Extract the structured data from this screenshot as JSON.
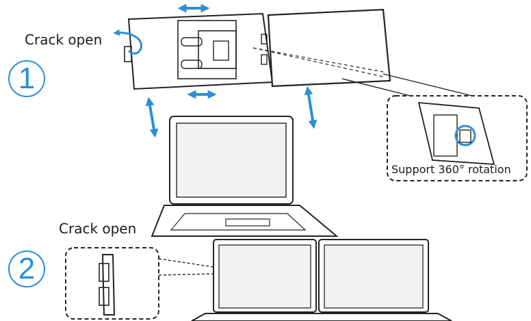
{
  "step1": {
    "number": "1",
    "label": "Crack open"
  },
  "step2": {
    "number": "2",
    "label": "Crack open"
  },
  "detail": {
    "caption": "Support 360° rotation"
  },
  "colors": {
    "accent": "#2a8fd6",
    "line": "#222222",
    "fill": "#ffffff",
    "screen": "#f2f2f2"
  },
  "icons": [
    "double-arrow-icon",
    "rotate-arrow-icon",
    "laptop-icon",
    "monitor-icon"
  ]
}
